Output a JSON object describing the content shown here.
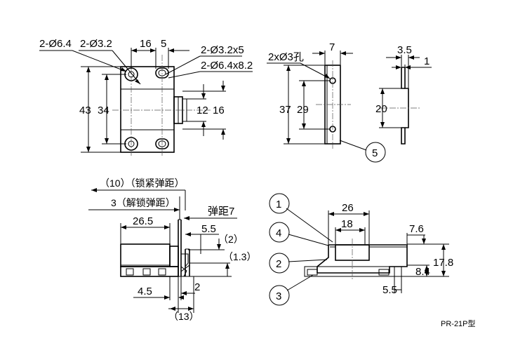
{
  "view_top_left": {
    "hole_a": "2-Ø6.4",
    "hole_b": "2-Ø3.2",
    "dim_16": "16",
    "dim_5": "5",
    "slot_a": "2-Ø3.2x5",
    "slot_b": "2-Ø6.4x8.2",
    "height_43": "43",
    "height_34": "34",
    "dim_12": "12",
    "dim_16_right": "16"
  },
  "view_top_middle": {
    "hole_note": "2xØ3孔",
    "dim_7": "7",
    "height_37": "37",
    "height_29": "29",
    "balloon_5": "5"
  },
  "view_top_right": {
    "dim_3_5": "3.5",
    "dim_1": "1",
    "dim_20": "20"
  },
  "view_bottom_left": {
    "lock_travel": "（10）（锁紧弹距）",
    "release_travel": "3（解锁弹距）",
    "spring_travel": "弹距7",
    "dim_26_5": "26.5",
    "dim_5_5": "5.5",
    "dim_2_paren": "（2）",
    "dim_1_3": "（1.3）",
    "dim_4_5": "4.5",
    "dim_2": "2",
    "dim_13": "（13）"
  },
  "view_bottom_right": {
    "balloon_1": "1",
    "balloon_2": "2",
    "balloon_3": "3",
    "balloon_4": "4",
    "dim_26": "26",
    "dim_18": "18",
    "dim_7_6": "7.6",
    "dim_17_8": "17.8",
    "dim_8_4": "8.4",
    "dim_5_5": "5.5"
  },
  "model_label": "PR-21P型"
}
